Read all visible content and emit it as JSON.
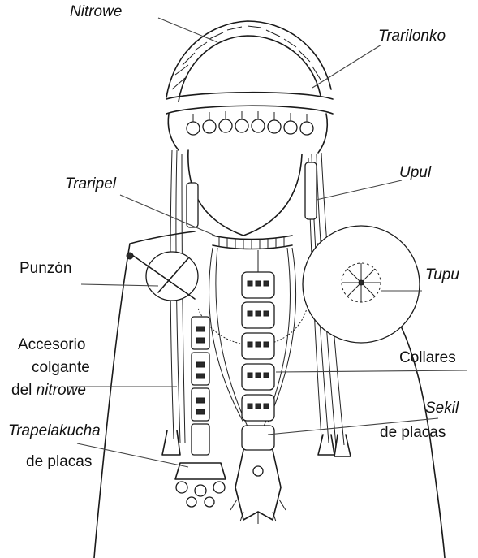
{
  "labels": {
    "nitrowe": "Nitrowe",
    "trarilonko": "Trarilonko",
    "upul": "Upul",
    "trarpipel": "Traripel",
    "punzon": "Punzón",
    "tupu": "Tupu",
    "accesorio_1": "Accesorio",
    "accesorio_2": "colgante",
    "accesorio_3_a": "del ",
    "accesorio_3_b": "nitrowe",
    "collares": "Collares",
    "sekil_1": "Sekil",
    "sekil_2": "de placas",
    "trapelakucha_1": "Trapelakucha",
    "trapelakucha_2": "de placas"
  }
}
